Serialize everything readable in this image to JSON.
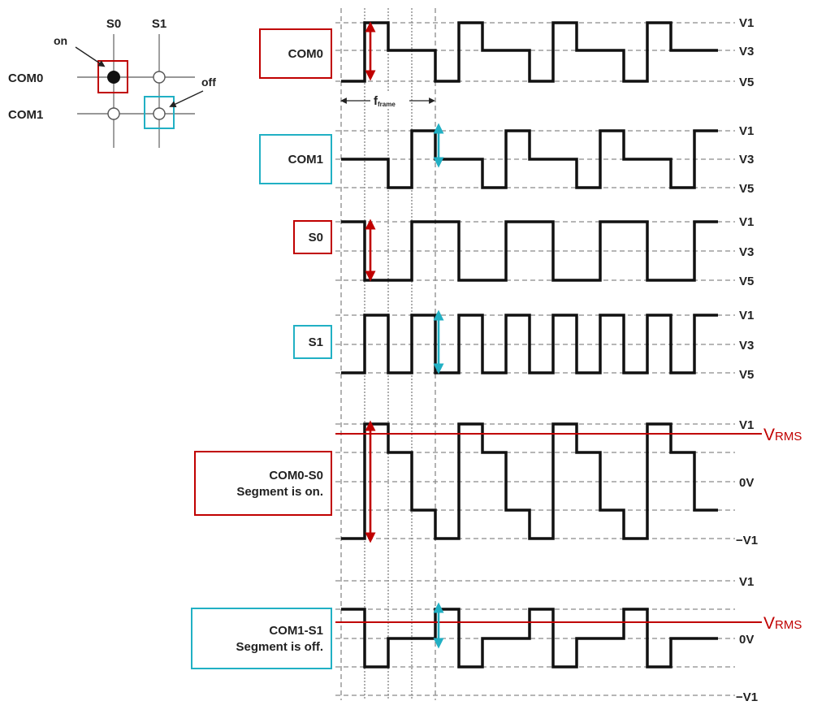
{
  "colors": {
    "on": "#c00000",
    "off": "#21b0c4",
    "wave": "#111111",
    "grid": "#8a8a8a"
  },
  "matrix": {
    "columns": [
      "S0",
      "S1"
    ],
    "rows": [
      "COM0",
      "COM1"
    ],
    "on_label": "on",
    "off_label": "off"
  },
  "period": {
    "label_main": "f",
    "label_sub": "frame"
  },
  "level_labels": {
    "v1": "V1",
    "v3": "V3",
    "v5": "V5",
    "zero": "0V",
    "neg_v1": "−V1"
  },
  "vrms": {
    "main": "V",
    "sub": "RMS"
  },
  "rows": [
    {
      "id": "com0",
      "label": [
        "COM0"
      ],
      "color": "on"
    },
    {
      "id": "com1",
      "label": [
        "COM1"
      ],
      "color": "off"
    },
    {
      "id": "s0",
      "label": [
        "S0"
      ],
      "color": "on"
    },
    {
      "id": "s1",
      "label": [
        "S1"
      ],
      "color": "off"
    },
    {
      "id": "com0-s0",
      "label": [
        "COM0-S0",
        "Segment is on."
      ],
      "color": "on"
    },
    {
      "id": "com1-s1",
      "label": [
        "COM1-S1",
        "Segment is off."
      ],
      "color": "off"
    }
  ]
}
